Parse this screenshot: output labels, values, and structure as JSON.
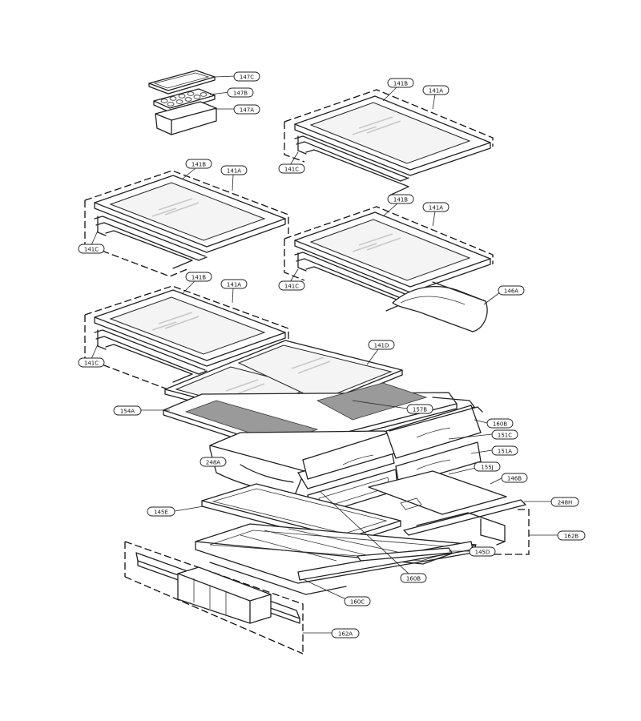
{
  "callouts": [
    {
      "id": "c-147c",
      "text": "147C"
    },
    {
      "id": "c-147b",
      "text": "147B"
    },
    {
      "id": "c-147a",
      "text": "147A"
    },
    {
      "id": "c-141b-1",
      "text": "141B"
    },
    {
      "id": "c-141a-1",
      "text": "141A"
    },
    {
      "id": "c-141c-1",
      "text": "141C"
    },
    {
      "id": "c-141b-2",
      "text": "141B"
    },
    {
      "id": "c-141a-2",
      "text": "141A"
    },
    {
      "id": "c-141c-2",
      "text": "141C"
    },
    {
      "id": "c-141b-3",
      "text": "141B"
    },
    {
      "id": "c-141a-3",
      "text": "141A"
    },
    {
      "id": "c-141c-3",
      "text": "141C"
    },
    {
      "id": "c-141b-4",
      "text": "141B"
    },
    {
      "id": "c-141a-4",
      "text": "141A"
    },
    {
      "id": "c-141c-4",
      "text": "141C"
    },
    {
      "id": "c-146a",
      "text": "146A"
    },
    {
      "id": "c-141d",
      "text": "141D"
    },
    {
      "id": "c-154a",
      "text": "154A"
    },
    {
      "id": "c-157b",
      "text": "157B"
    },
    {
      "id": "c-160b-1",
      "text": "160B"
    },
    {
      "id": "c-151c",
      "text": "151C"
    },
    {
      "id": "c-151a",
      "text": "151A"
    },
    {
      "id": "c-248a",
      "text": "248A"
    },
    {
      "id": "c-155j",
      "text": "155J"
    },
    {
      "id": "c-146b",
      "text": "146B"
    },
    {
      "id": "c-248h",
      "text": "248H"
    },
    {
      "id": "c-145e",
      "text": "145E"
    },
    {
      "id": "c-162b",
      "text": "162B"
    },
    {
      "id": "c-145d",
      "text": "145D"
    },
    {
      "id": "c-160b-2",
      "text": "160B"
    },
    {
      "id": "c-160c",
      "text": "160C"
    },
    {
      "id": "c-162a",
      "text": "162A"
    }
  ]
}
